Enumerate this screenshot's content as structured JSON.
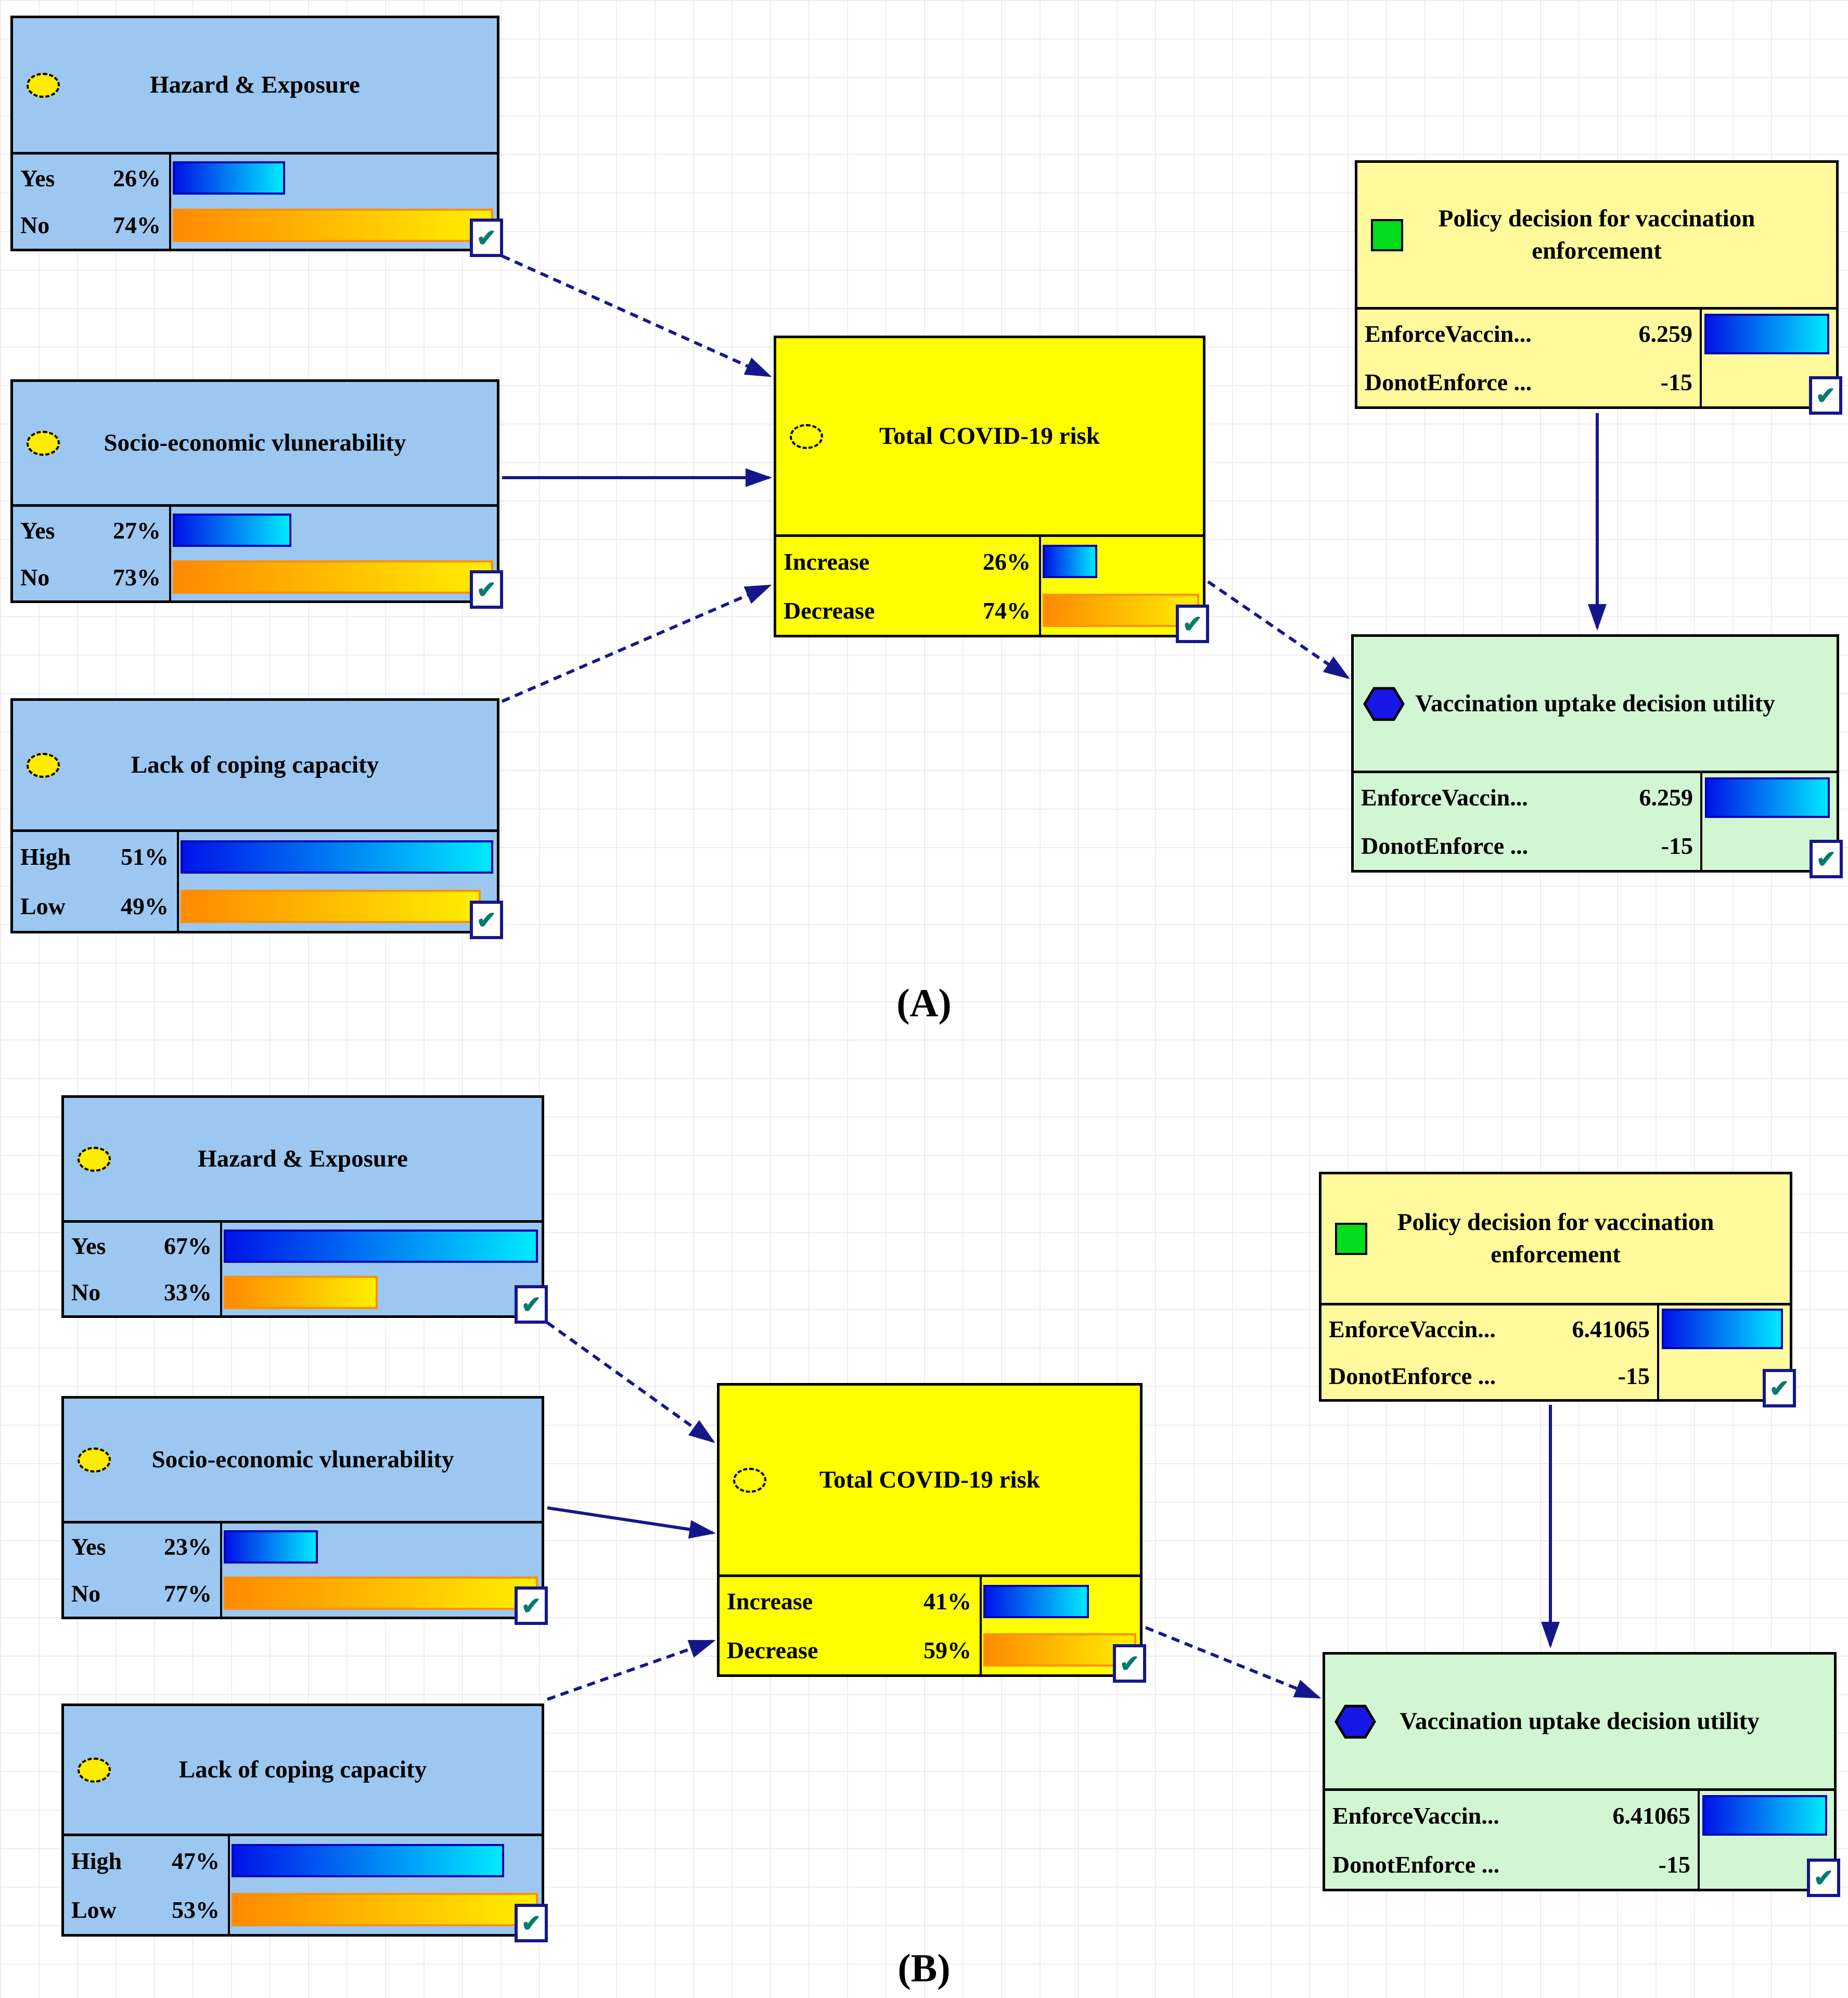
{
  "figure": "Bayesian decision network for COVID-19 vaccination policy",
  "checkbox_glyph": "✔",
  "colors": {
    "nature_fill": "#9cc7f0",
    "total_fill": "#ffff00",
    "decision_fill": "#fffa9b",
    "utility_fill": "#d2f6d2",
    "bar_blue_start": "#0013e8",
    "bar_blue_end": "#00eaff",
    "bar_orange_start": "#ff8a00",
    "bar_orange_end": "#ffef00",
    "arrow": "#16168c",
    "nature_icon_yellow": "#ffec00",
    "decision_icon_green": "#00dd1d",
    "utility_icon_blue": "#1616e6",
    "check_teal": "#067a6e"
  },
  "panels": [
    {
      "caption": "(A)",
      "nodes": [
        {
          "id": "a-hazard",
          "type": "nature",
          "title": "Hazard & Exposure",
          "states": [
            {
              "name": "Yes",
              "value": "26%",
              "bar": 0.35,
              "bar_color": "blue"
            },
            {
              "name": "No",
              "value": "74%",
              "bar": 1.0,
              "bar_color": "orange"
            }
          ]
        },
        {
          "id": "a-socio",
          "type": "nature",
          "title": "Socio-economic vlunerability",
          "states": [
            {
              "name": "Yes",
              "value": "27%",
              "bar": 0.37,
              "bar_color": "blue"
            },
            {
              "name": "No",
              "value": "73%",
              "bar": 1.0,
              "bar_color": "orange"
            }
          ]
        },
        {
          "id": "a-coping",
          "type": "nature",
          "title": "Lack of coping capacity",
          "states": [
            {
              "name": "High",
              "value": "51%",
              "bar": 1.0,
              "bar_color": "blue"
            },
            {
              "name": "Low",
              "value": "49%",
              "bar": 0.96,
              "bar_color": "orange"
            }
          ]
        },
        {
          "id": "a-total",
          "type": "total",
          "title": "Total COVID-19 risk",
          "states": [
            {
              "name": "Increase",
              "value": "26%",
              "bar": 0.35,
              "bar_color": "blue"
            },
            {
              "name": "Decrease",
              "value": "74%",
              "bar": 1.0,
              "bar_color": "orange"
            }
          ]
        },
        {
          "id": "a-policy",
          "type": "decision",
          "title": "Policy decision for vaccination enforcement",
          "states": [
            {
              "name": "EnforceVaccin...",
              "value": "6.259",
              "bar": 1.0,
              "bar_color": "blue"
            },
            {
              "name": "DonotEnforce ...",
              "value": "-15",
              "bar": 0,
              "bar_color": "blue"
            }
          ]
        },
        {
          "id": "a-utility",
          "type": "utility",
          "title": "Vaccination uptake decision utility",
          "states": [
            {
              "name": "EnforceVaccin...",
              "value": "6.259",
              "bar": 1.0,
              "bar_color": "blue"
            },
            {
              "name": "DonotEnforce ...",
              "value": "-15",
              "bar": 0,
              "bar_color": "blue"
            }
          ]
        }
      ],
      "edges": [
        {
          "from": "a-hazard",
          "to": "a-total"
        },
        {
          "from": "a-socio",
          "to": "a-total"
        },
        {
          "from": "a-coping",
          "to": "a-total"
        },
        {
          "from": "a-total",
          "to": "a-utility"
        },
        {
          "from": "a-policy",
          "to": "a-utility"
        }
      ]
    },
    {
      "caption": "(B)",
      "nodes": [
        {
          "id": "b-hazard",
          "type": "nature",
          "title": "Hazard & Exposure",
          "states": [
            {
              "name": "Yes",
              "value": "67%",
              "bar": 1.0,
              "bar_color": "blue"
            },
            {
              "name": "No",
              "value": "33%",
              "bar": 0.49,
              "bar_color": "orange"
            }
          ]
        },
        {
          "id": "b-socio",
          "type": "nature",
          "title": "Socio-economic vlunerability",
          "states": [
            {
              "name": "Yes",
              "value": "23%",
              "bar": 0.3,
              "bar_color": "blue"
            },
            {
              "name": "No",
              "value": "77%",
              "bar": 1.0,
              "bar_color": "orange"
            }
          ]
        },
        {
          "id": "b-coping",
          "type": "nature",
          "title": "Lack of coping capacity",
          "states": [
            {
              "name": "High",
              "value": "47%",
              "bar": 0.89,
              "bar_color": "blue"
            },
            {
              "name": "Low",
              "value": "53%",
              "bar": 1.0,
              "bar_color": "orange"
            }
          ]
        },
        {
          "id": "b-total",
          "type": "total",
          "title": "Total COVID-19 risk",
          "states": [
            {
              "name": "Increase",
              "value": "41%",
              "bar": 0.69,
              "bar_color": "blue"
            },
            {
              "name": "Decrease",
              "value": "59%",
              "bar": 1.0,
              "bar_color": "orange"
            }
          ]
        },
        {
          "id": "b-policy",
          "type": "decision",
          "title": "Policy decision for vaccination enforcement",
          "states": [
            {
              "name": "EnforceVaccin...",
              "value": "6.41065",
              "bar": 1.0,
              "bar_color": "blue"
            },
            {
              "name": "DonotEnforce ...",
              "value": "-15",
              "bar": 0,
              "bar_color": "blue"
            }
          ]
        },
        {
          "id": "b-utility",
          "type": "utility",
          "title": "Vaccination uptake decision utility",
          "states": [
            {
              "name": "EnforceVaccin...",
              "value": "6.41065",
              "bar": 1.0,
              "bar_color": "blue"
            },
            {
              "name": "DonotEnforce ...",
              "value": "-15",
              "bar": 0,
              "bar_color": "blue"
            }
          ]
        }
      ],
      "edges": [
        {
          "from": "b-hazard",
          "to": "b-total"
        },
        {
          "from": "b-socio",
          "to": "b-total"
        },
        {
          "from": "b-coping",
          "to": "b-total"
        },
        {
          "from": "b-total",
          "to": "b-utility"
        },
        {
          "from": "b-policy",
          "to": "b-utility"
        }
      ]
    }
  ]
}
